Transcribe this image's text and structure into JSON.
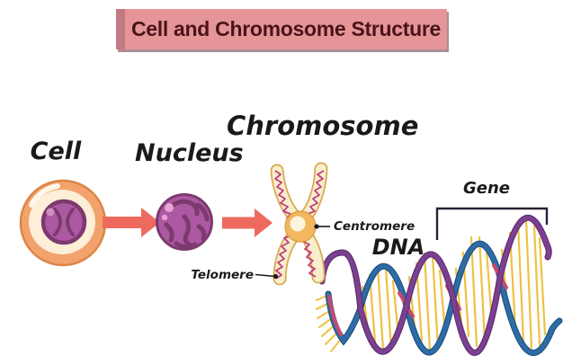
{
  "banner": {
    "title": "Cell and Chromosome Structure"
  },
  "labels": {
    "cell": "Cell",
    "nucleus": "Nucleus",
    "chromosome": "Chromosome",
    "centromere": "Centromere",
    "telomere": "Telomere",
    "dna": "DNA",
    "gene": "Gene"
  },
  "colors": {
    "banner_bg": "#e59597",
    "banner_edge": "#c27a80",
    "banner_text": "#4a131a",
    "arrow": "#ee6a5f",
    "cell_membrane": "#f2a36d",
    "cell_membrane_edge": "#dc8647",
    "cell_cytoplasm": "#fdeed8",
    "nucleus_fill": "#ad58a2",
    "nucleus_outline": "#7c3a6e",
    "chromosome_body": "#f8eecb",
    "chromosome_border": "#d9a850",
    "chromosome_coil": "#c13e7e",
    "centromere_fill": "#f1b860",
    "centromere_center": "#fdf4dc",
    "dna_strand_purple": "#7b4190",
    "dna_strand_blue": "#2e6ca6",
    "dna_accent_red": "#c8486e",
    "dna_rung": "#eec23f",
    "annotation_line": "#1a1a1a",
    "label_text": "#1a1a1a"
  }
}
